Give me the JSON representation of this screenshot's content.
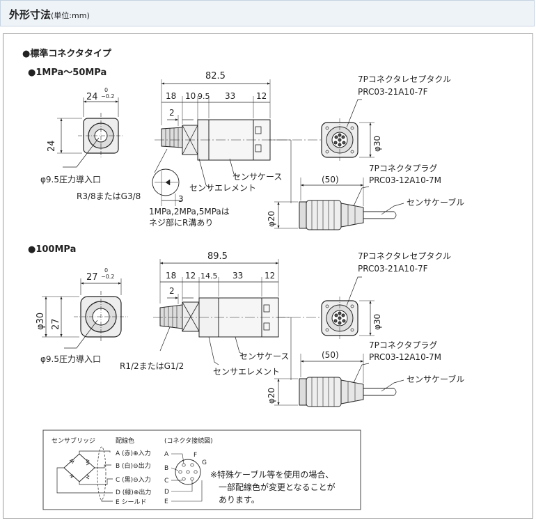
{
  "header": {
    "title": "外形寸法",
    "unit": "(単位:mm)"
  },
  "section_title": "●標準コネクタタイプ",
  "d1": {
    "heading": "●1MPa〜50MPa",
    "front_width": "24",
    "tol_top": "0",
    "tol_bottom": "−0.2",
    "front_height": "24",
    "port_label": "φ9.5圧力導入口",
    "overall": "82.5",
    "seg": [
      "18",
      "10",
      "9.5",
      "33",
      "12"
    ],
    "small_dim": "2",
    "thread": "R3/8またはG3/8",
    "detail_dim": "3",
    "note": [
      "1MPa,2MPa,5MPaは",
      "ネジ部にR溝あり"
    ],
    "element": "センサエレメント",
    "case": "センサケース",
    "receptacle": [
      "7Pコネクタレセプタクル",
      "PRC03-21A10-7F"
    ],
    "conn_dia": "φ30",
    "plug": [
      "7Pコネクタプラグ",
      "PRC03-12A10-7M"
    ],
    "plug_len": "(50)",
    "plug_dia": "φ20",
    "cable": "センサケーブル"
  },
  "d2": {
    "heading": "●100MPa",
    "front_width": "27",
    "tol_top": "0",
    "tol_bottom": "−0.2",
    "front_outer": "φ30",
    "front_height": "27",
    "port_label": "φ9.5圧力導入口",
    "overall": "89.5",
    "seg": [
      "18",
      "12",
      "14.5",
      "33",
      "12"
    ],
    "small_dim": "2",
    "thread": "R1/2またはG1/2",
    "element": "センサエレメント",
    "case": "センサケース",
    "receptacle": [
      "7Pコネクタレセプタクル",
      "PRC03-21A10-7F"
    ],
    "conn_dia": "φ30",
    "plug": [
      "7Pコネクタプラグ",
      "PRC03-12A10-7M"
    ],
    "plug_len": "(50)",
    "plug_dia": "φ20",
    "cable": "センサケーブル"
  },
  "wiring": {
    "bridge": "センサブリッジ",
    "color_head": "配線色",
    "conn_head": "(コネクタ接続図)",
    "rows": [
      "A (赤)⊕入力",
      "B (白)⊖出力",
      "C (黒)⊖入力",
      "D (緑)⊕出力",
      "E シールド"
    ],
    "pins": [
      "A",
      "B",
      "C",
      "D",
      "E"
    ],
    "pin_f": "F",
    "pin_g": "G",
    "note": [
      "※特殊ケーブル等を使用の場合、",
      "一部配線色が変更となることが",
      "あります。"
    ]
  }
}
